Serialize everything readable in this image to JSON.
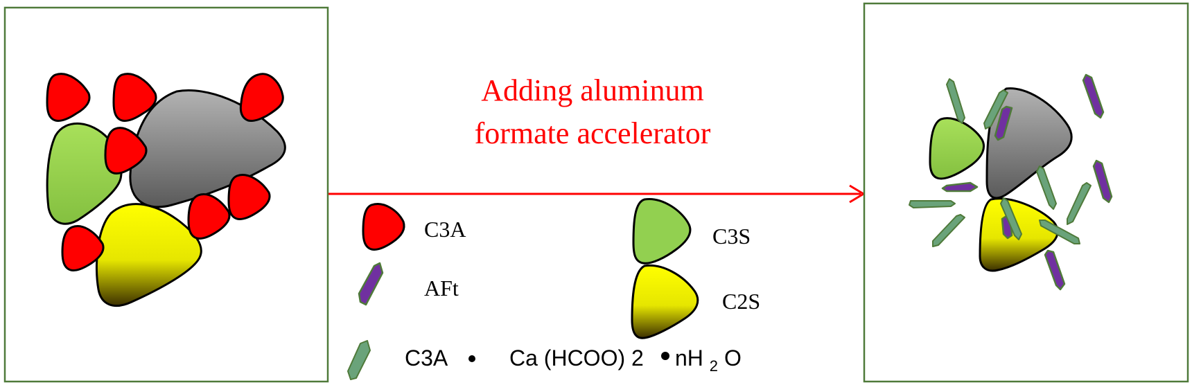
{
  "title": {
    "line1": "Adding aluminum",
    "line2": "formate accelerator"
  },
  "legend": {
    "c3a": "C3A",
    "c3s": "C3S",
    "aft": "AFt",
    "c2s": "C2S",
    "complex": {
      "part1": "C3A",
      "part2": "Ca (HCOO) 2",
      "part3": "nH",
      "sub": "2",
      "part4": "O"
    }
  },
  "colors": {
    "c3a_fill": "#ff0000",
    "c3s_fill": "#92d050",
    "c2s_fill_top": "#ffff00",
    "c2s_fill_bottom": "#3c3000",
    "aft_fill": "#7030a0",
    "complex_fill": "#6aa37a",
    "gray_particle_top": "#b3b3b3",
    "gray_particle_bottom": "#5a5a5a",
    "frame_border": "#4f7a3a",
    "arrow": "#ff0000",
    "title_text": "#ff0000"
  }
}
